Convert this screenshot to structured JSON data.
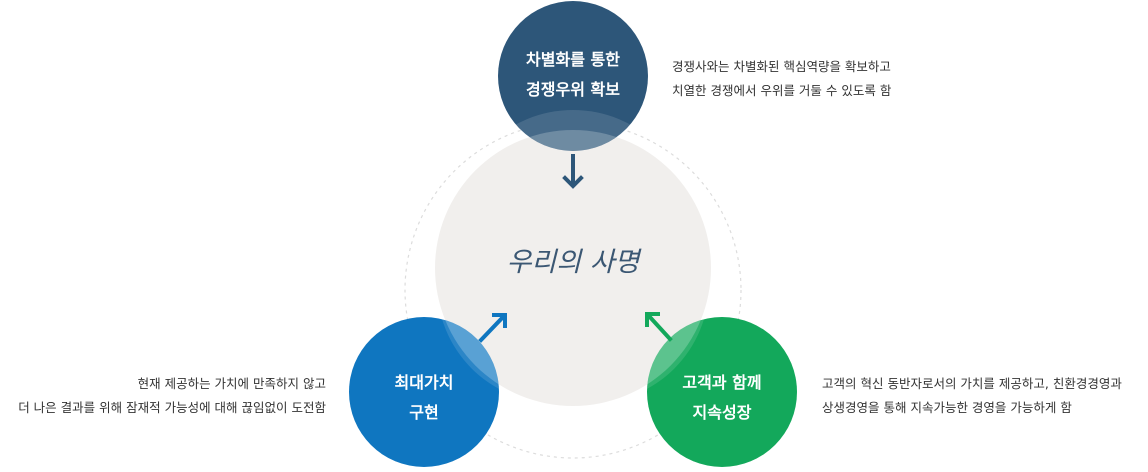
{
  "center": {
    "title": "우리의 사명"
  },
  "nodes": {
    "top": {
      "line1": "차별화를 통한",
      "line2": "경쟁우위 확보",
      "color": "#2d5679",
      "desc": [
        "경쟁사와는 차별화된 핵심역량을 확보하고",
        "치열한 경쟁에서 우위를 거둘 수 있도록 함"
      ]
    },
    "left": {
      "line1": "최대가치",
      "line2": "구현",
      "color": "#0f76c0",
      "desc": [
        "현재 제공하는 가치에 만족하지 않고",
        "더 나은 결과를 위해 잠재적 가능성에 대해 끊임없이 도전함"
      ]
    },
    "right": {
      "line1": "고객과 함께",
      "line2": "지속성장",
      "color": "#13a85b",
      "desc": [
        "고객의 혁신 동반자로서의 가치를 제공하고, 친환경경영과",
        "상생경영을 통해 지속가능한 경영을 가능하게 함"
      ]
    }
  },
  "colors": {
    "center_fill": "#f1efed",
    "dashed_ring": "#dcdcdc",
    "arrow_top": "#2d5679",
    "arrow_left": "#0f76c0",
    "arrow_right": "#13a85b"
  }
}
